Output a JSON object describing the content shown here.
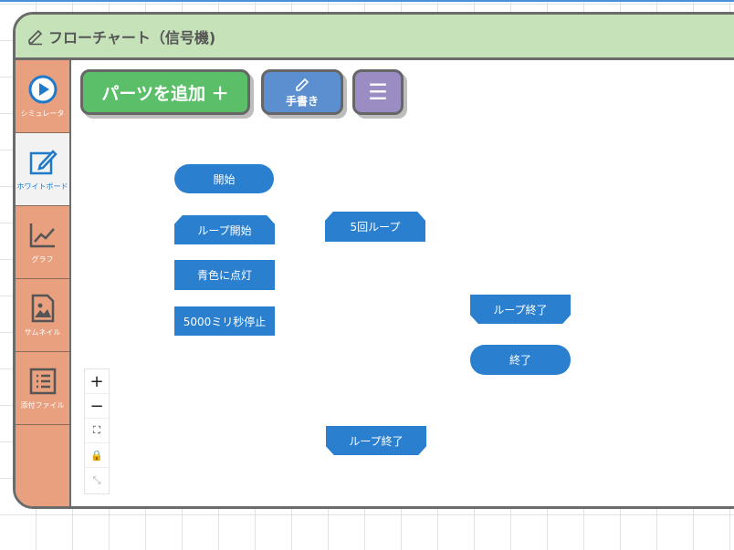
{
  "window": {
    "title": "フローチャート（信号機)"
  },
  "sidebar": {
    "items": [
      {
        "label": "シミュレータ",
        "icon": "play-icon"
      },
      {
        "label": "ホワイトボード",
        "icon": "edit-icon"
      },
      {
        "label": "グラフ",
        "icon": "graph-icon"
      },
      {
        "label": "サムネイル",
        "icon": "image-icon"
      },
      {
        "label": "添付ファイル",
        "icon": "list-icon"
      }
    ]
  },
  "toolbar": {
    "add_parts": "パーツを追加 ＋",
    "handwriting": "手書き",
    "menu": "☰"
  },
  "zoom": {
    "zoom_in": "+",
    "zoom_out": "−",
    "fit": "⛶",
    "lock": "🔒",
    "reset": "⤡"
  },
  "flowchart": {
    "nodes": [
      {
        "id": "start",
        "label": "開始"
      },
      {
        "id": "loop-start",
        "label": "ループ開始"
      },
      {
        "id": "blue-on",
        "label": "青色に点灯"
      },
      {
        "id": "wait",
        "label": "5000ミリ秒停止"
      },
      {
        "id": "loop5",
        "label": "5回ループ"
      },
      {
        "id": "loop-end-1",
        "label": "ループ終了"
      },
      {
        "id": "end",
        "label": "終了"
      },
      {
        "id": "loop-end-2",
        "label": "ループ終了"
      }
    ]
  },
  "colors": {
    "node": "#2a7fcf",
    "sidebar": "#e8a07f",
    "titlebar": "#c6e2b9",
    "add_button": "#5bbf6a",
    "hand_button": "#5b8fd0",
    "menu_button": "#9b8dc4"
  }
}
